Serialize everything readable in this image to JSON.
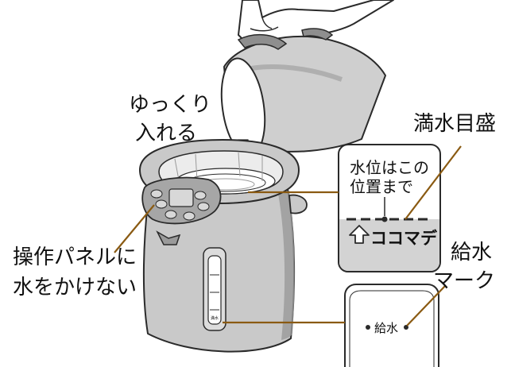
{
  "labels": {
    "pour_slowly": [
      "ゆっくり",
      "入れる"
    ],
    "full_water_mark": "満水目盛",
    "water_level_note": [
      "水位はこの",
      "位置まで"
    ],
    "kokomade": "ココマデ",
    "panel_warning": [
      "操作パネルに",
      "水をかけない"
    ],
    "supply_mark_label": [
      "給水",
      "マーク"
    ],
    "supply_mark_text": "給水",
    "gauge_text": "満水"
  },
  "colors": {
    "leader_line": "#8a5a12",
    "body_gray": "#c9c9c9",
    "dark_gray": "#9a9a9a",
    "inset_gray": "#d3d3d3",
    "outline": "#2a2a2a"
  },
  "icons": {
    "up_arrow": "up-arrow-icon",
    "dot": "dot-icon"
  }
}
